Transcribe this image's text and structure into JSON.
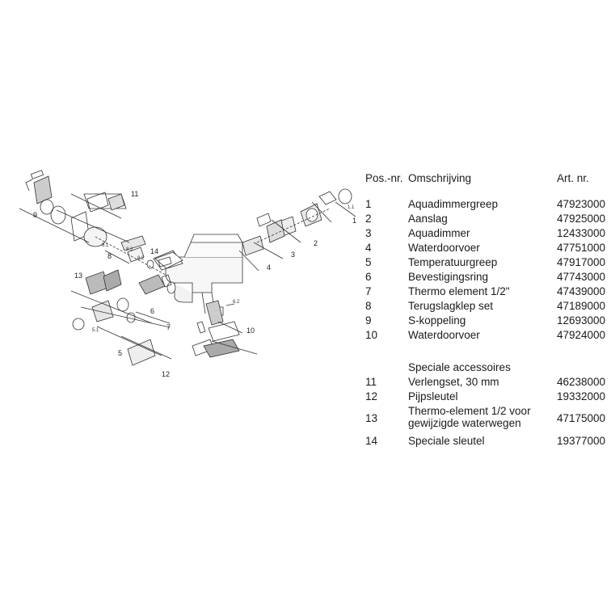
{
  "diagram": {
    "callouts": [
      "1",
      "2",
      "3",
      "4",
      "5",
      "6",
      "7",
      "8",
      "9",
      "10",
      "11",
      "12",
      "13",
      "14"
    ],
    "sub_callouts": [
      "1.1",
      "8.1",
      "8.2",
      "8.3",
      "6.2",
      "5.1"
    ]
  },
  "table": {
    "header": {
      "pos": "Pos.-nr.",
      "desc": "Omschrijving",
      "art": "Art. nr."
    },
    "parts": [
      {
        "pos": "1",
        "desc": "Aquadimmergreep",
        "art": "47923000"
      },
      {
        "pos": "2",
        "desc": "Aanslag",
        "art": "47925000"
      },
      {
        "pos": "3",
        "desc": "Aquadimmer",
        "art": "12433000"
      },
      {
        "pos": "4",
        "desc": "Waterdoorvoer",
        "art": "47751000"
      },
      {
        "pos": "5",
        "desc": "Temperatuurgreep",
        "art": "47917000"
      },
      {
        "pos": "6",
        "desc": "Bevestigingsring",
        "art": "47743000"
      },
      {
        "pos": "7",
        "desc": "Thermo element 1/2\"",
        "art": "47439000"
      },
      {
        "pos": "8",
        "desc": "Terugslagklep set",
        "art": "47189000"
      },
      {
        "pos": "9",
        "desc": "S-koppeling",
        "art": "12693000"
      },
      {
        "pos": "10",
        "desc": "Waterdoorvoer",
        "art": "47924000"
      }
    ],
    "accessories_heading": "Speciale accessoires",
    "accessories": [
      {
        "pos": "11",
        "desc": "Verlengset, 30 mm",
        "art": "46238000"
      },
      {
        "pos": "12",
        "desc": "Pijpsleutel",
        "art": "19332000"
      },
      {
        "pos": "13",
        "desc": "Thermo-element 1/2 voor",
        "desc2": "gewijzigde waterwegen",
        "art": "47175000"
      },
      {
        "pos": "14",
        "desc": "Speciale sleutel",
        "art": "19377000"
      }
    ]
  }
}
